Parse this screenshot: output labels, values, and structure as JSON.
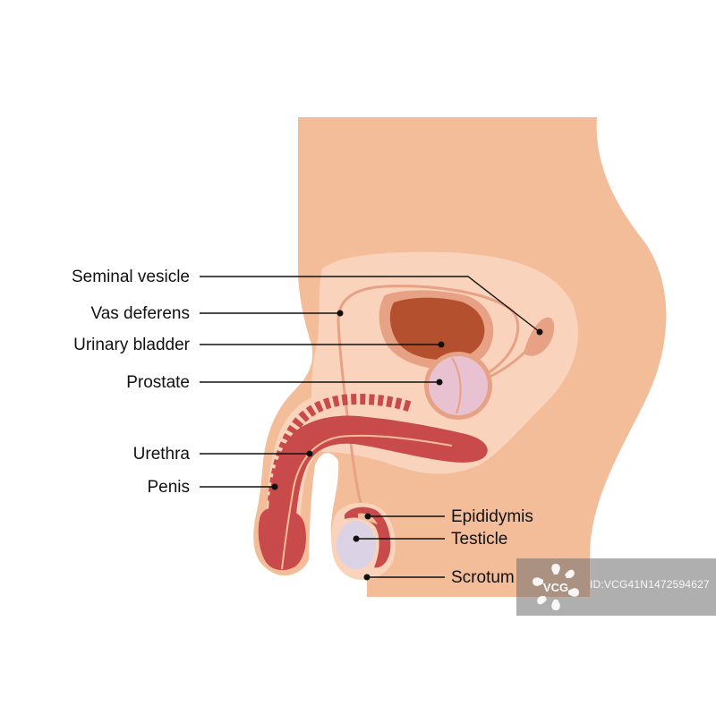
{
  "labels": {
    "seminal_vesicle": "Seminal vesicle",
    "vas_deferens": "Vas deferens",
    "urinary_bladder": "Urinary bladder",
    "prostate": "Prostate",
    "urethra": "Urethra",
    "penis": "Penis",
    "epididymis": "Epididymis",
    "testicle": "Testicle",
    "scrotum": "Scrotum"
  },
  "watermark": {
    "brand": "VCG",
    "id": "ID:VCG41N1472594627"
  },
  "colors": {
    "body": "#f4bd9a",
    "pelvic_area": "#f9d3bb",
    "organ_outline": "#e7a286",
    "bladder": "#b5502f",
    "prostate": "#e8c2d0",
    "urethra": "#c94a4a",
    "testicle": "#dcd2e6"
  }
}
